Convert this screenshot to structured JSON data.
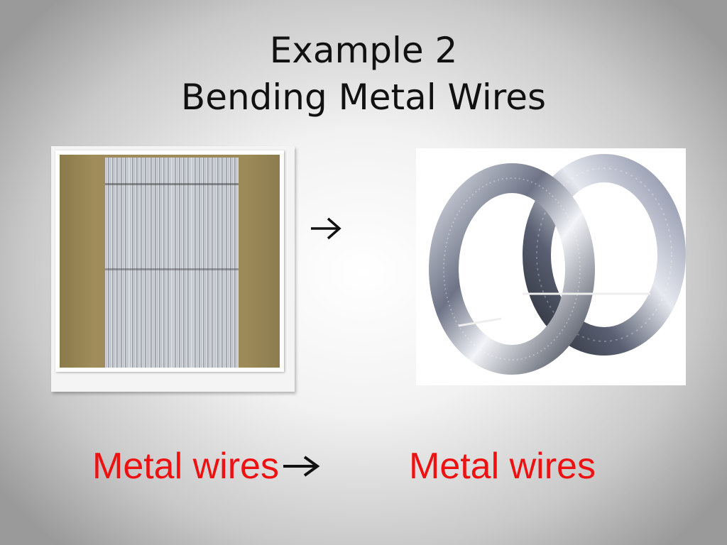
{
  "title": {
    "line1": "Example 2",
    "line2": "Bending Metal Wires"
  },
  "images": {
    "left": {
      "icon": "straight-wire-bundle-photo"
    },
    "middle_arrow": {
      "icon": "right-arrow-icon"
    },
    "right": {
      "icon": "wire-coils-photo"
    }
  },
  "captions": {
    "left": "Metal wires",
    "right": "Metal wires",
    "arrow_icon": "right-arrow-icon"
  },
  "colors": {
    "caption": "#ee1111",
    "title": "#111111"
  }
}
